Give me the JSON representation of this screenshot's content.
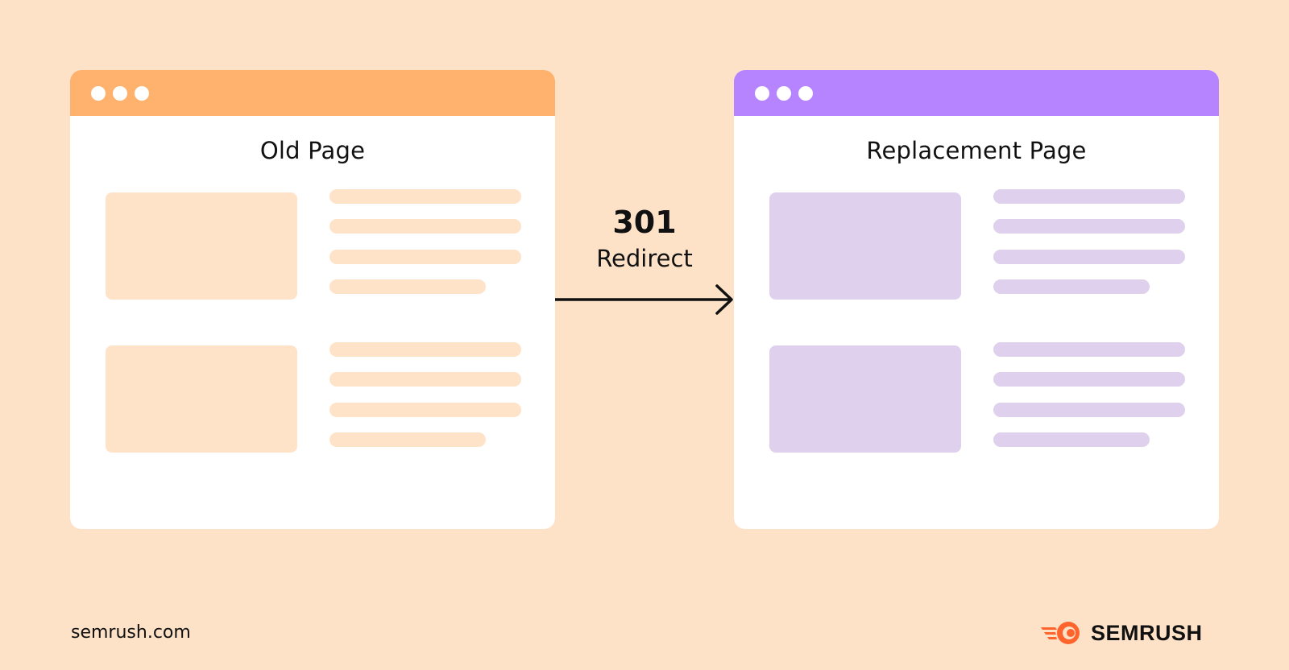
{
  "old_page": {
    "title": "Old Page",
    "header_color": "#FFB26E",
    "placeholder_color": "#FEE3C8"
  },
  "replacement_page": {
    "title": "Replacement Page",
    "header_color": "#B784FF",
    "placeholder_color": "#DFD1ED"
  },
  "redirect": {
    "code": "301",
    "label": "Redirect",
    "arrow_icon": "arrow-right-icon"
  },
  "footer": {
    "site": "semrush.com",
    "brand_name": "SEMRUSH",
    "brand_icon": "semrush-logo-icon",
    "brand_color": "#FF642D"
  },
  "background_color": "#FDE2C8"
}
